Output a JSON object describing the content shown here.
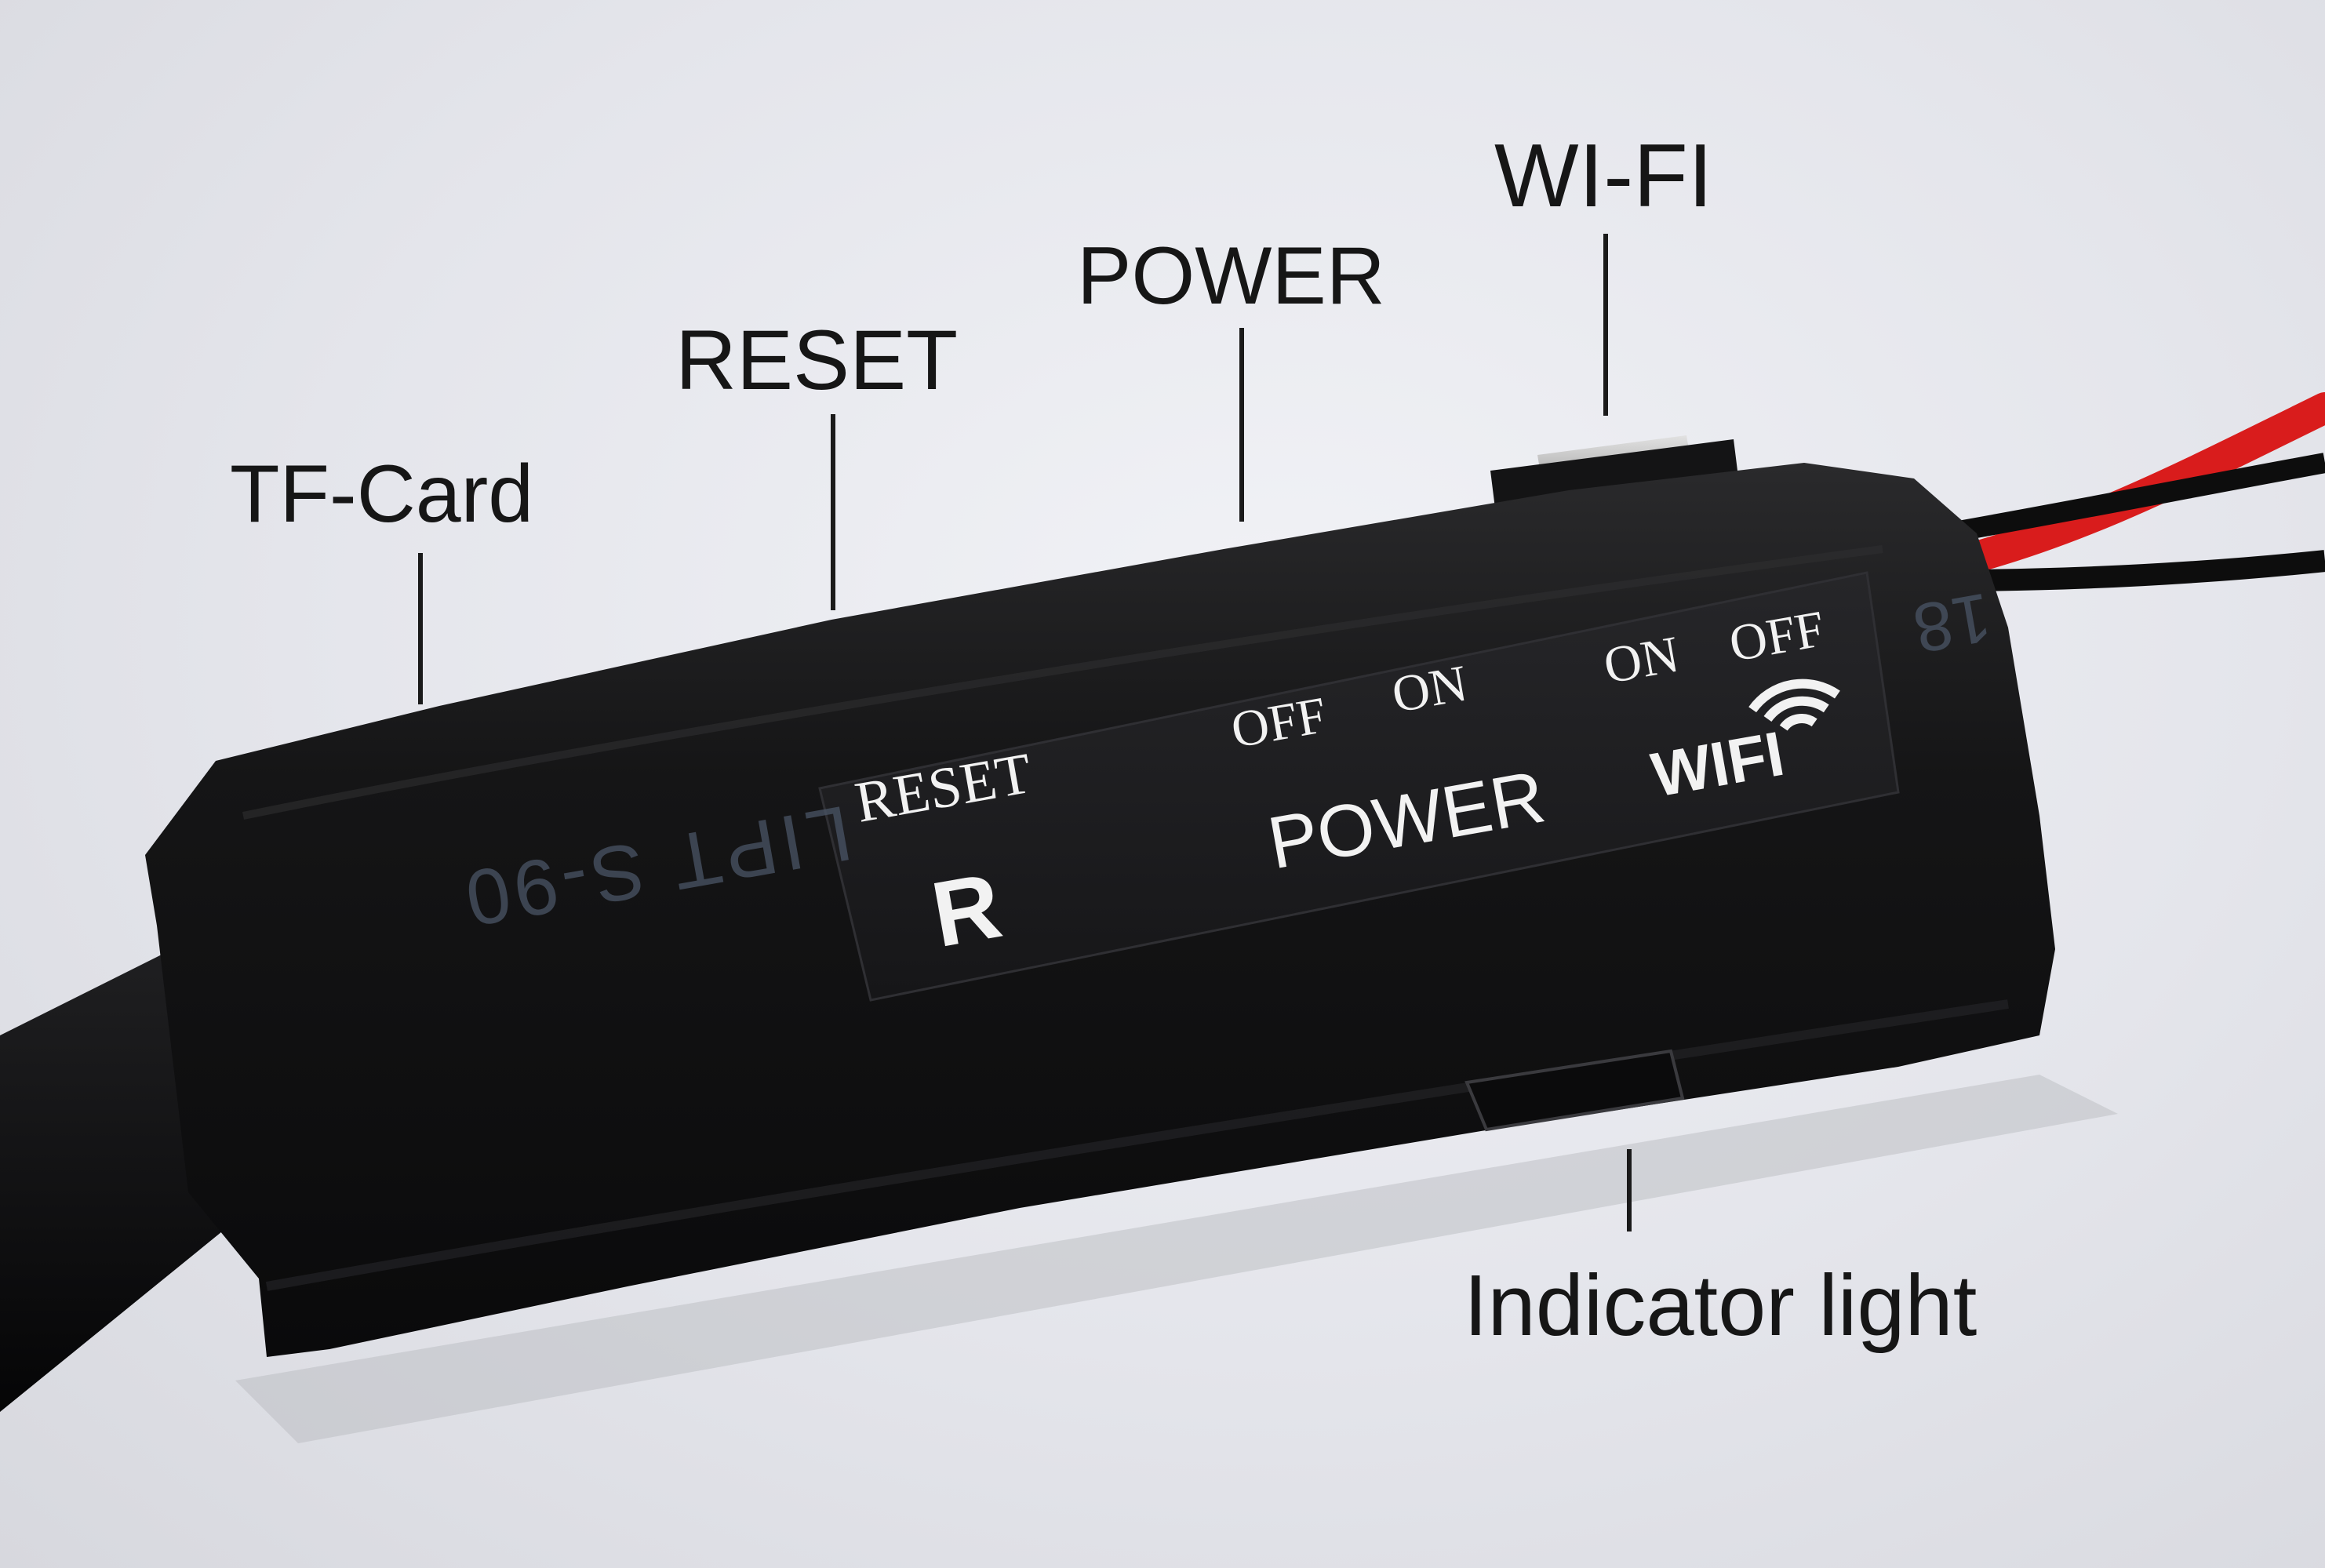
{
  "callouts": {
    "tf_card": "TF-Card",
    "reset": "RESET",
    "power": "POWER",
    "wifi": "WI-FI",
    "indicator": "Indicator light"
  },
  "sticker": {
    "reset_label": "RESET",
    "reset_key": "R",
    "power_off": "OFF",
    "power_on": "ON",
    "power_label": "POWER",
    "wifi_on": "ON",
    "wifi_off": "OFF",
    "wifi_label": "WIFI"
  },
  "module_print": {
    "text_main": "LIPT S-90",
    "text_edge": "18"
  },
  "colors": {
    "background": "#e6e7ec",
    "module_body": "#141415",
    "sticker": "#1c1c1e",
    "wire_red": "#d91c1c",
    "wire_black": "#0d0d0d",
    "callout_text": "#161616"
  }
}
